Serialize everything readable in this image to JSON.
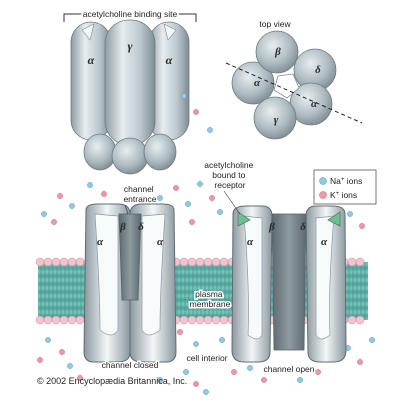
{
  "labels": {
    "binding_site": "acetylcholine binding site",
    "top_view": "top view",
    "channel_entrance_1": "channel",
    "channel_entrance_2": "entrance",
    "ach_bound_1": "acetylcholine",
    "ach_bound_2": "bound to",
    "ach_bound_3": "receptor",
    "plasma_1": "plasma",
    "plasma_2": "membrane",
    "cell_interior": "cell interior",
    "channel_closed": "channel closed",
    "channel_open": "channel open",
    "copyright": "© 2002 Encyclopædia Britannica, Inc."
  },
  "legend": {
    "na_base": "Na",
    "na_sup": "+",
    "na_rest": " ions",
    "k_base": "K",
    "k_sup": "+",
    "k_rest": " ions"
  },
  "subunits": {
    "alpha": "α",
    "beta": "β",
    "gamma": "γ",
    "delta": "δ"
  },
  "colors": {
    "na_ion": "#8ecbe6",
    "k_ion": "#ef9aa6",
    "membrane_tail": "#6fbcb3",
    "head_pink": "#f3c4cd",
    "protein": "#c8d3d8"
  }
}
